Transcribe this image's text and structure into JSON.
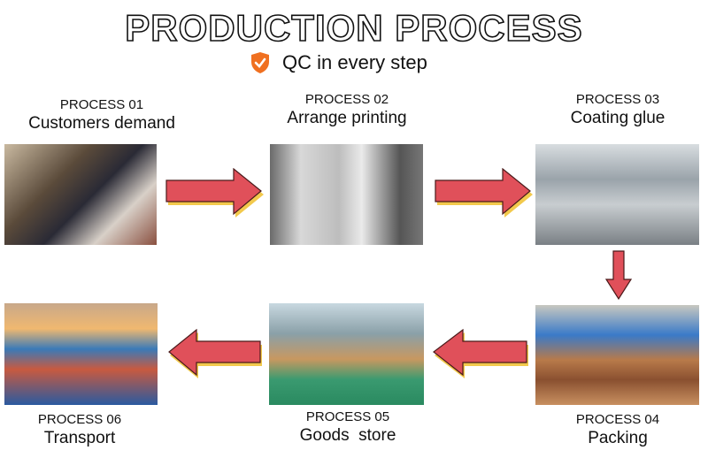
{
  "title": "PRODUCTION PROCESS",
  "subtitle": "QC in every step",
  "colors": {
    "arrow_fill": "#e0505a",
    "arrow_shadow": "#f2c94c",
    "badge": "#f07020"
  },
  "steps": [
    {
      "process": "PROCESS 01",
      "name": "Customers demand"
    },
    {
      "process": "PROCESS 02",
      "name": "Arrange printing"
    },
    {
      "process": "PROCESS 03",
      "name": "Coating glue"
    },
    {
      "process": "PROCESS 04",
      "name": "Packing"
    },
    {
      "process": "PROCESS 05",
      "name": "Goods  store"
    },
    {
      "process": "PROCESS 06",
      "name": "Transport"
    }
  ]
}
